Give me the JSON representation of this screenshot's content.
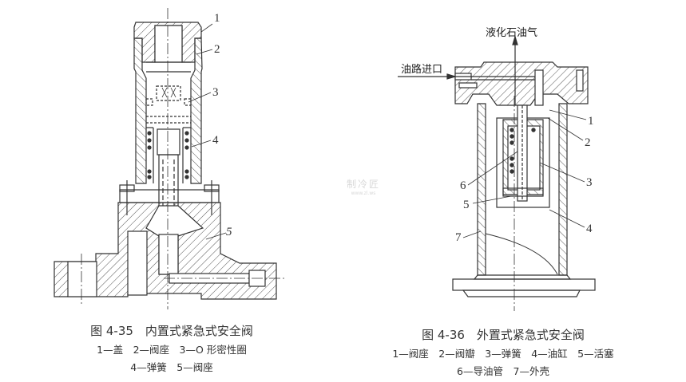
{
  "figure_left": {
    "title": "图 4-35　内置式紧急式安全阀",
    "legend_line1": "1—盖　2—阀座　3—O 形密性圈",
    "legend_line2": "4—弹簧　5—阀座",
    "part_labels": [
      "1",
      "2",
      "3",
      "4",
      "5"
    ]
  },
  "figure_right": {
    "title": "图 4-36　外置式紧急式安全阀",
    "legend_line1": "1—阀座　2—阀瓣　3—弹簧　4—油缸　5—活塞",
    "legend_line2": "6—导油管　7—外壳",
    "part_labels": [
      "1",
      "2",
      "3",
      "4",
      "5",
      "6",
      "7"
    ],
    "outlet_label": "液化石油气",
    "inlet_label": "油路进口"
  },
  "watermark": {
    "line1": "制冷匠",
    "line2": "www.zl.ws"
  },
  "colors": {
    "line": "#333333",
    "hatch": "#555555",
    "background": "#ffffff"
  }
}
